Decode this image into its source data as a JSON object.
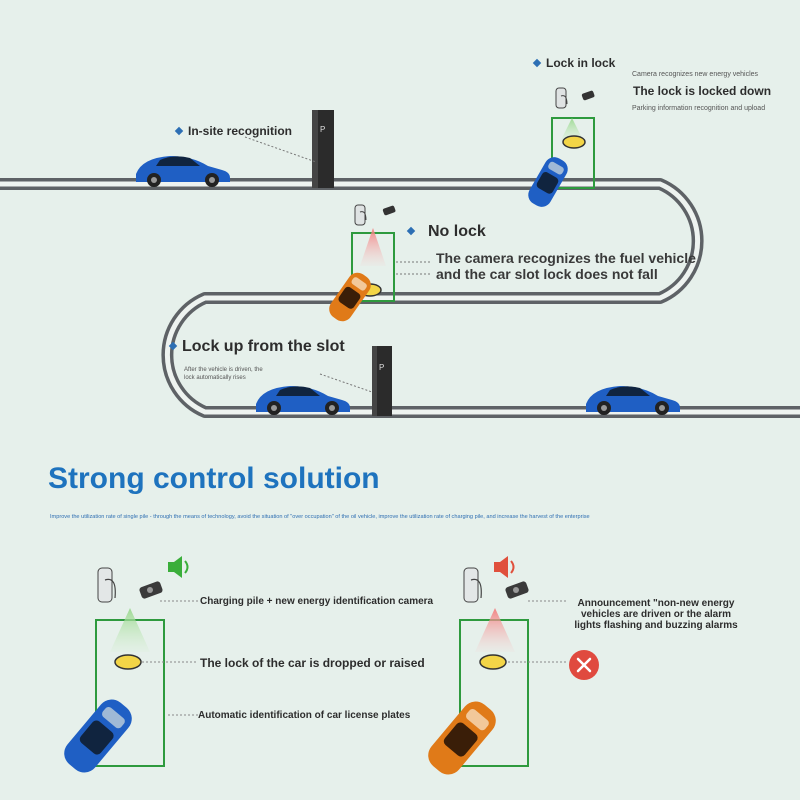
{
  "road": {
    "labels": {
      "in_site_recognition": "In-site recognition",
      "lock_in_lock": "Lock in lock",
      "camera_recognizes_nev": "Camera recognizes new energy vehicles",
      "lock_locked_down": "The lock is locked down",
      "parking_info_upload": "Parking information recognition and upload",
      "no_lock": "No lock",
      "fuel_vehicle_line1": "The camera recognizes the fuel vehicle",
      "fuel_vehicle_line2": "and the car slot lock does not fall",
      "lock_up_from_slot": "Lock up from the slot",
      "after_driven_line1": "After the vehicle is driven, the",
      "after_driven_line2": "lock automatically rises"
    }
  },
  "section": {
    "title": "Strong control solution",
    "subtitle": "Improve the utilization rate of single pile - through the means of technology, avoid the situation of \"over occupation\" of the oil vehicle, improve the utilization rate of charging pile, and increase the harvest of the enterprise"
  },
  "left_panel": {
    "label_camera": "Charging pile + new energy identification camera",
    "label_lock": "The lock of the car is dropped or raised",
    "label_plate": "Automatic identification of car license plates"
  },
  "right_panel": {
    "alarm_line1": "Announcement \"non-new energy",
    "alarm_line2": "vehicles are driven or the alarm",
    "alarm_line3": "lights flashing and buzzing alarms"
  },
  "colors": {
    "road": "#5e6266",
    "slot_border": "#2e9a3e",
    "blue_car": "#1f5fc4",
    "orange_car": "#e07a18",
    "title": "#1e73be",
    "speaker_green": "#3aae3a",
    "speaker_red": "#e0503c",
    "reject": "#e04a3f"
  }
}
